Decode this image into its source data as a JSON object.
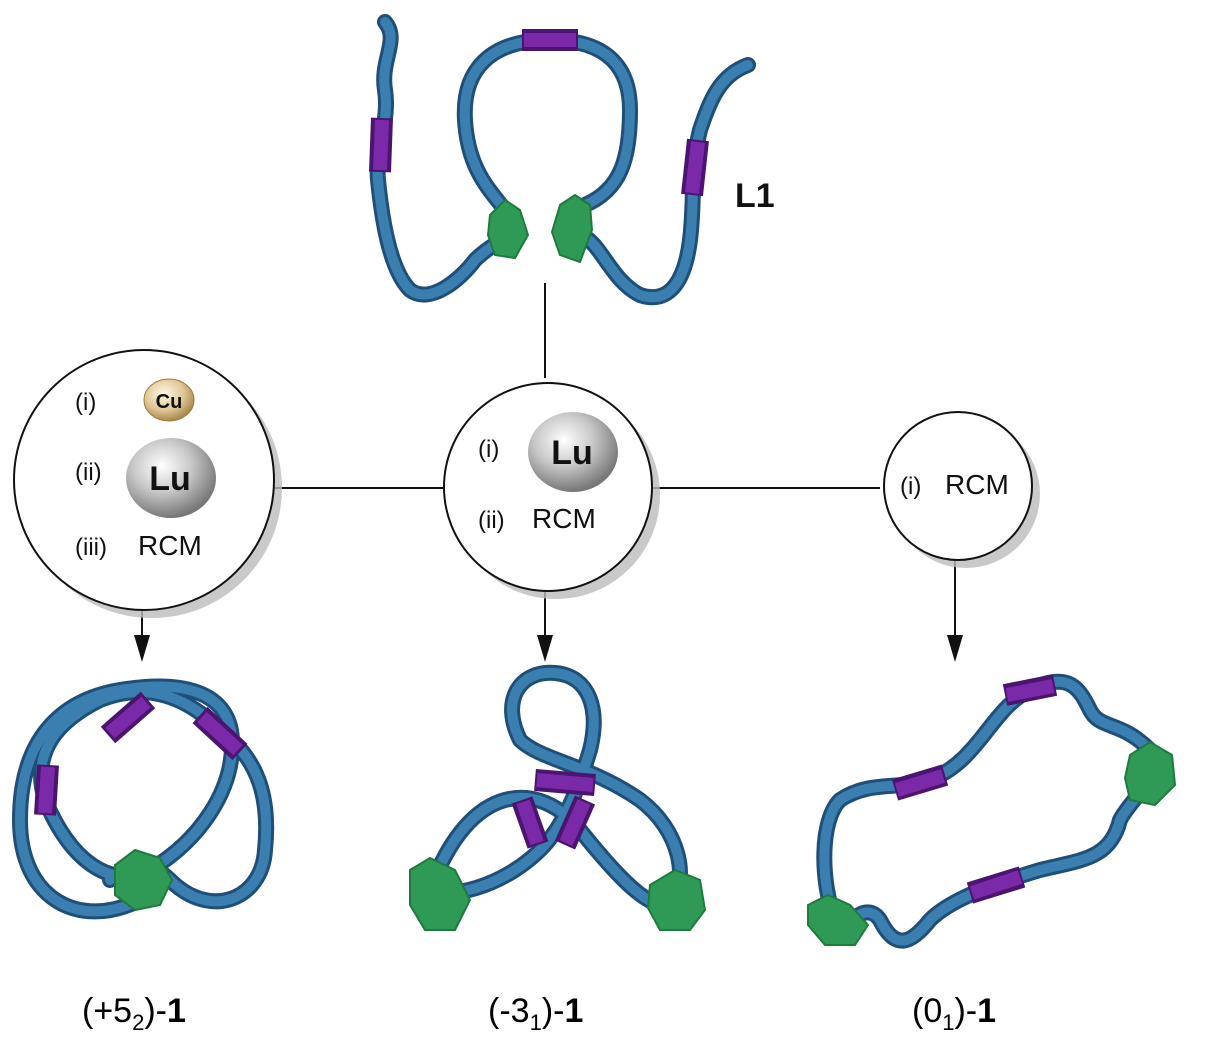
{
  "ligand_label": "L1",
  "conditions": {
    "left": {
      "steps": [
        {
          "num": "(i)",
          "reagent": "Cu"
        },
        {
          "num": "(ii)",
          "reagent": "Lu"
        },
        {
          "num": "(iii)",
          "reagent": "RCM"
        }
      ]
    },
    "center": {
      "steps": [
        {
          "num": "(i)",
          "reagent": "Lu"
        },
        {
          "num": "(ii)",
          "reagent": "RCM"
        }
      ]
    },
    "right": {
      "steps": [
        {
          "num": "(i)",
          "reagent": "RCM"
        }
      ]
    }
  },
  "products": [
    {
      "prefix": "(+5",
      "sub": "2",
      "suffix": ")-",
      "bold": "1"
    },
    {
      "prefix": "(-3",
      "sub": "1",
      "suffix": ")-",
      "bold": "1"
    },
    {
      "prefix": "(0",
      "sub": "1",
      "suffix": ")-",
      "bold": "1"
    }
  ],
  "colors": {
    "strand": "#2a6a9a",
    "segment": "#6a1f96",
    "stopper": "#2f9a55",
    "cu": "#d9c08a",
    "lu": "#b8b8b8"
  }
}
